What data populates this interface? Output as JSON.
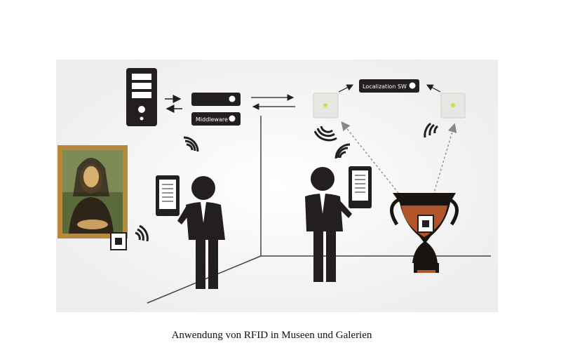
{
  "diagram": {
    "middleware_label": "Middleware",
    "localization_label": "Localization SW",
    "caption": "Anwendung von RFID in Museen und Galerien",
    "colors": {
      "dark": "#231f20",
      "background": "#f2f2f2",
      "reader": "#e6e6e2",
      "led": "#c8e04a"
    }
  }
}
